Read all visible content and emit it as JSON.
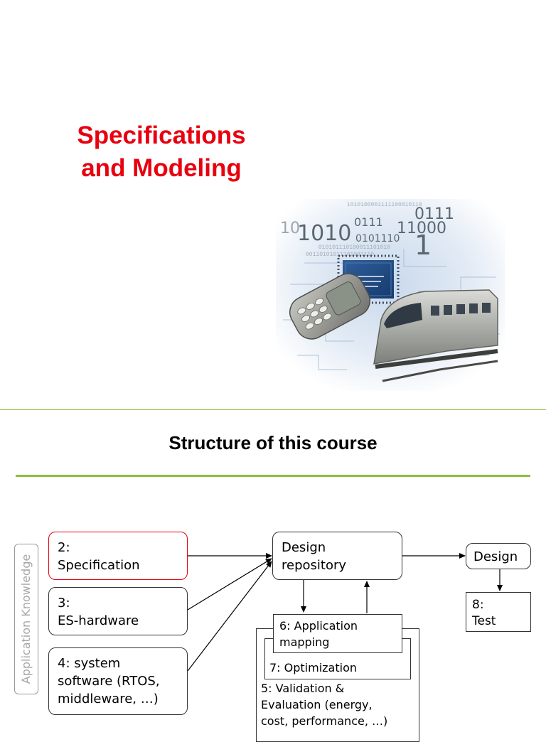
{
  "slide1": {
    "title_line1": "Specifications",
    "title_line2": "and Modeling",
    "title_color": "#e8000f",
    "collage": {
      "digits": [
        "1010",
        "0111",
        "11000",
        "0101110",
        "0111",
        "1",
        "10"
      ]
    }
  },
  "slide2": {
    "heading": "Structure of this course",
    "accent_color": "#8cbf3f",
    "side_label": "Application Knowledge",
    "boxes": {
      "specification": {
        "line1": "2:",
        "line2": "Specification"
      },
      "es_hardware": {
        "line1": "3:",
        "line2": "ES-hardware"
      },
      "system_software": {
        "line1": "4: system",
        "line2": "software (RTOS,",
        "line3": "middleware, …)"
      },
      "design_repository": {
        "line1": "Design",
        "line2": "repository"
      },
      "application_mapping": {
        "line1": "6: Application",
        "line2": "mapping"
      },
      "optimization": {
        "line1": "7: Optimization"
      },
      "validation": {
        "line1": "5: Validation &",
        "line2": "Evaluation  (energy,",
        "line3": "cost, performance, …)"
      },
      "design": {
        "line1": "Design"
      },
      "test": {
        "line1": "8:",
        "line2": "Test"
      }
    }
  }
}
